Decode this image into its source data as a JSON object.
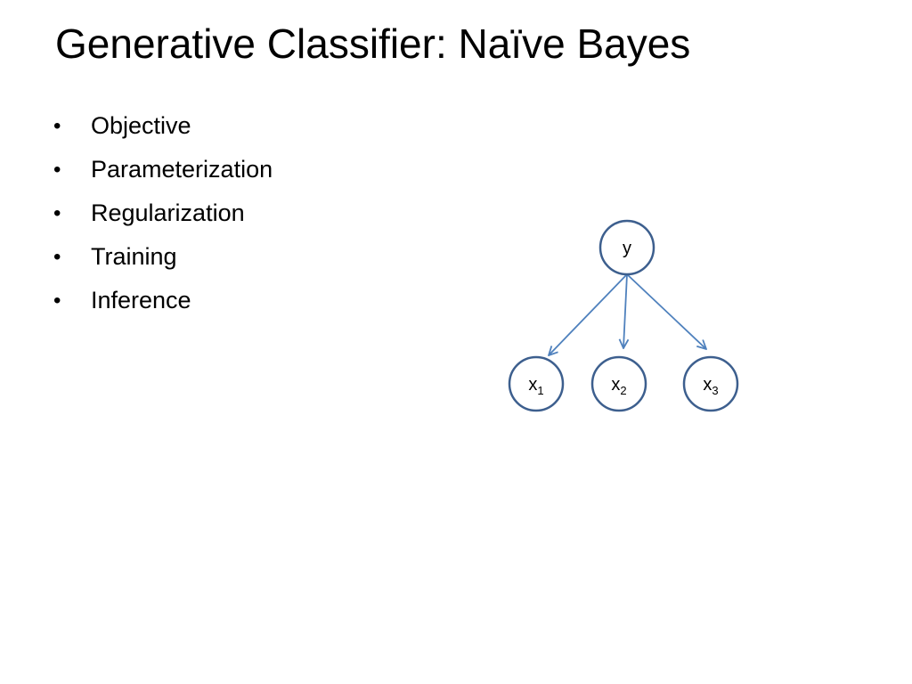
{
  "slide": {
    "title": "Generative Classifier: Naïve Bayes",
    "bullet_symbol": "•",
    "bullets": [
      {
        "text": "Objective"
      },
      {
        "text": "Parameterization"
      },
      {
        "text": "Regularization"
      },
      {
        "text": "Training"
      },
      {
        "text": "Inference"
      }
    ]
  },
  "diagram": {
    "colors": {
      "node_stroke": "#3d5f8e",
      "edge": "#4f81bd"
    },
    "nodes": {
      "y": {
        "label": "y",
        "sub": ""
      },
      "x1": {
        "label": "x",
        "sub": "1"
      },
      "x2": {
        "label": "x",
        "sub": "2"
      },
      "x3": {
        "label": "x",
        "sub": "3"
      }
    },
    "edges": [
      {
        "from": "y",
        "to": "x1"
      },
      {
        "from": "y",
        "to": "x2"
      },
      {
        "from": "y",
        "to": "x3"
      }
    ]
  }
}
